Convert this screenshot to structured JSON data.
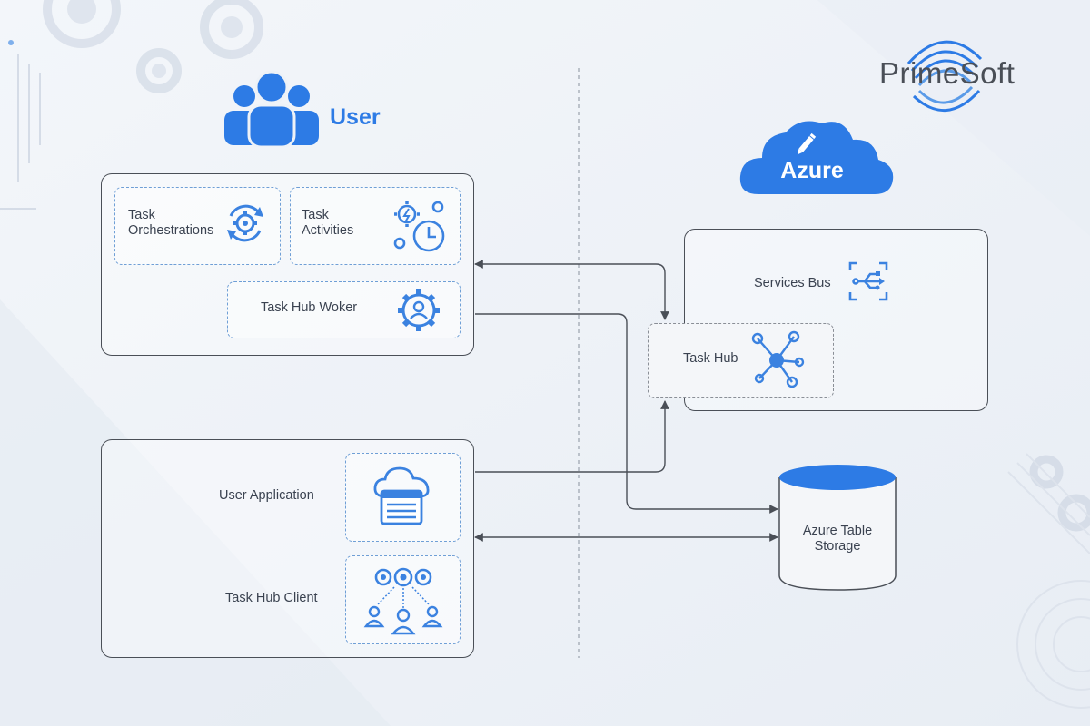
{
  "brand": {
    "name": "PrimeSoft"
  },
  "user_section": {
    "title": "User"
  },
  "azure_section": {
    "title": "Azure"
  },
  "worker_panel": {
    "orchestrations_label": "Task Orchestrations",
    "activities_label": "Task Activities",
    "worker_label": "Task Hub Woker"
  },
  "client_panel": {
    "application_label": "User Application",
    "client_label": "Task Hub Client"
  },
  "azure_panel": {
    "services_bus_label": "Services Bus",
    "task_hub_label": "Task Hub"
  },
  "storage": {
    "label": "Azure Table Storage"
  },
  "colors": {
    "accent": "#2d7be5",
    "icon_blue": "#3b82e0",
    "line": "#4a4f57"
  }
}
